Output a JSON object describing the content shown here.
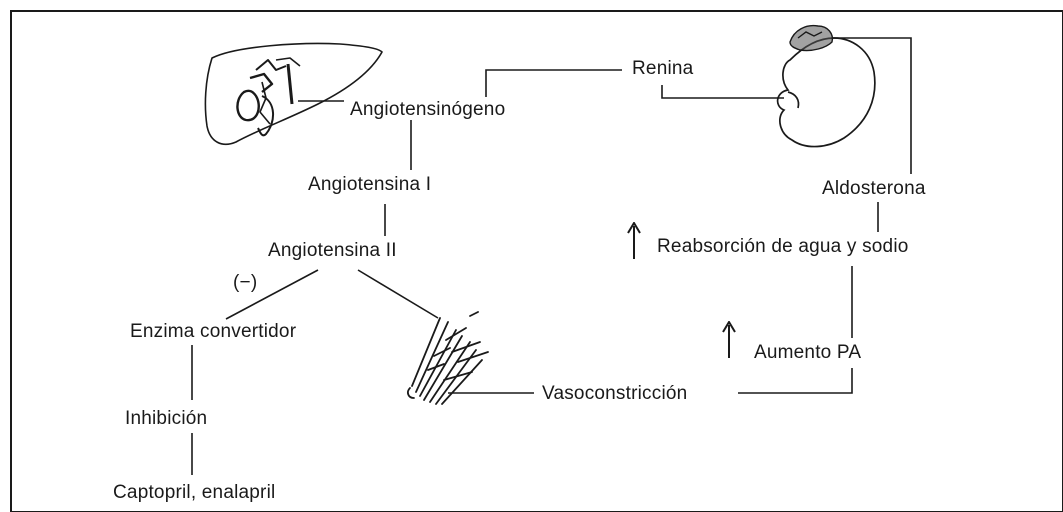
{
  "diagram": {
    "labels": {
      "renina": "Renina",
      "angiotensinogeno": "Angiotensinógeno",
      "angiotensina_i": "Angiotensina I",
      "angiotensina_ii": "Angiotensina II",
      "minus": "(−)",
      "enzima": "Enzima convertidor",
      "inhibicion": "Inhibición",
      "captopril": "Captopril, enalapril",
      "aldosterona": "Aldosterona",
      "reabsorcion": "Reabsorción de agua y sodio",
      "aumento_pa": "Aumento PA",
      "vasoconstriccion": "Vasoconstricción"
    },
    "icons": [
      "liver-icon",
      "kidney-icon",
      "adrenal-gland-icon",
      "blood-vessel-icon",
      "up-arrow-icon"
    ],
    "colors": {
      "ink": "#1a1a1a",
      "background": "#ffffff"
    }
  }
}
